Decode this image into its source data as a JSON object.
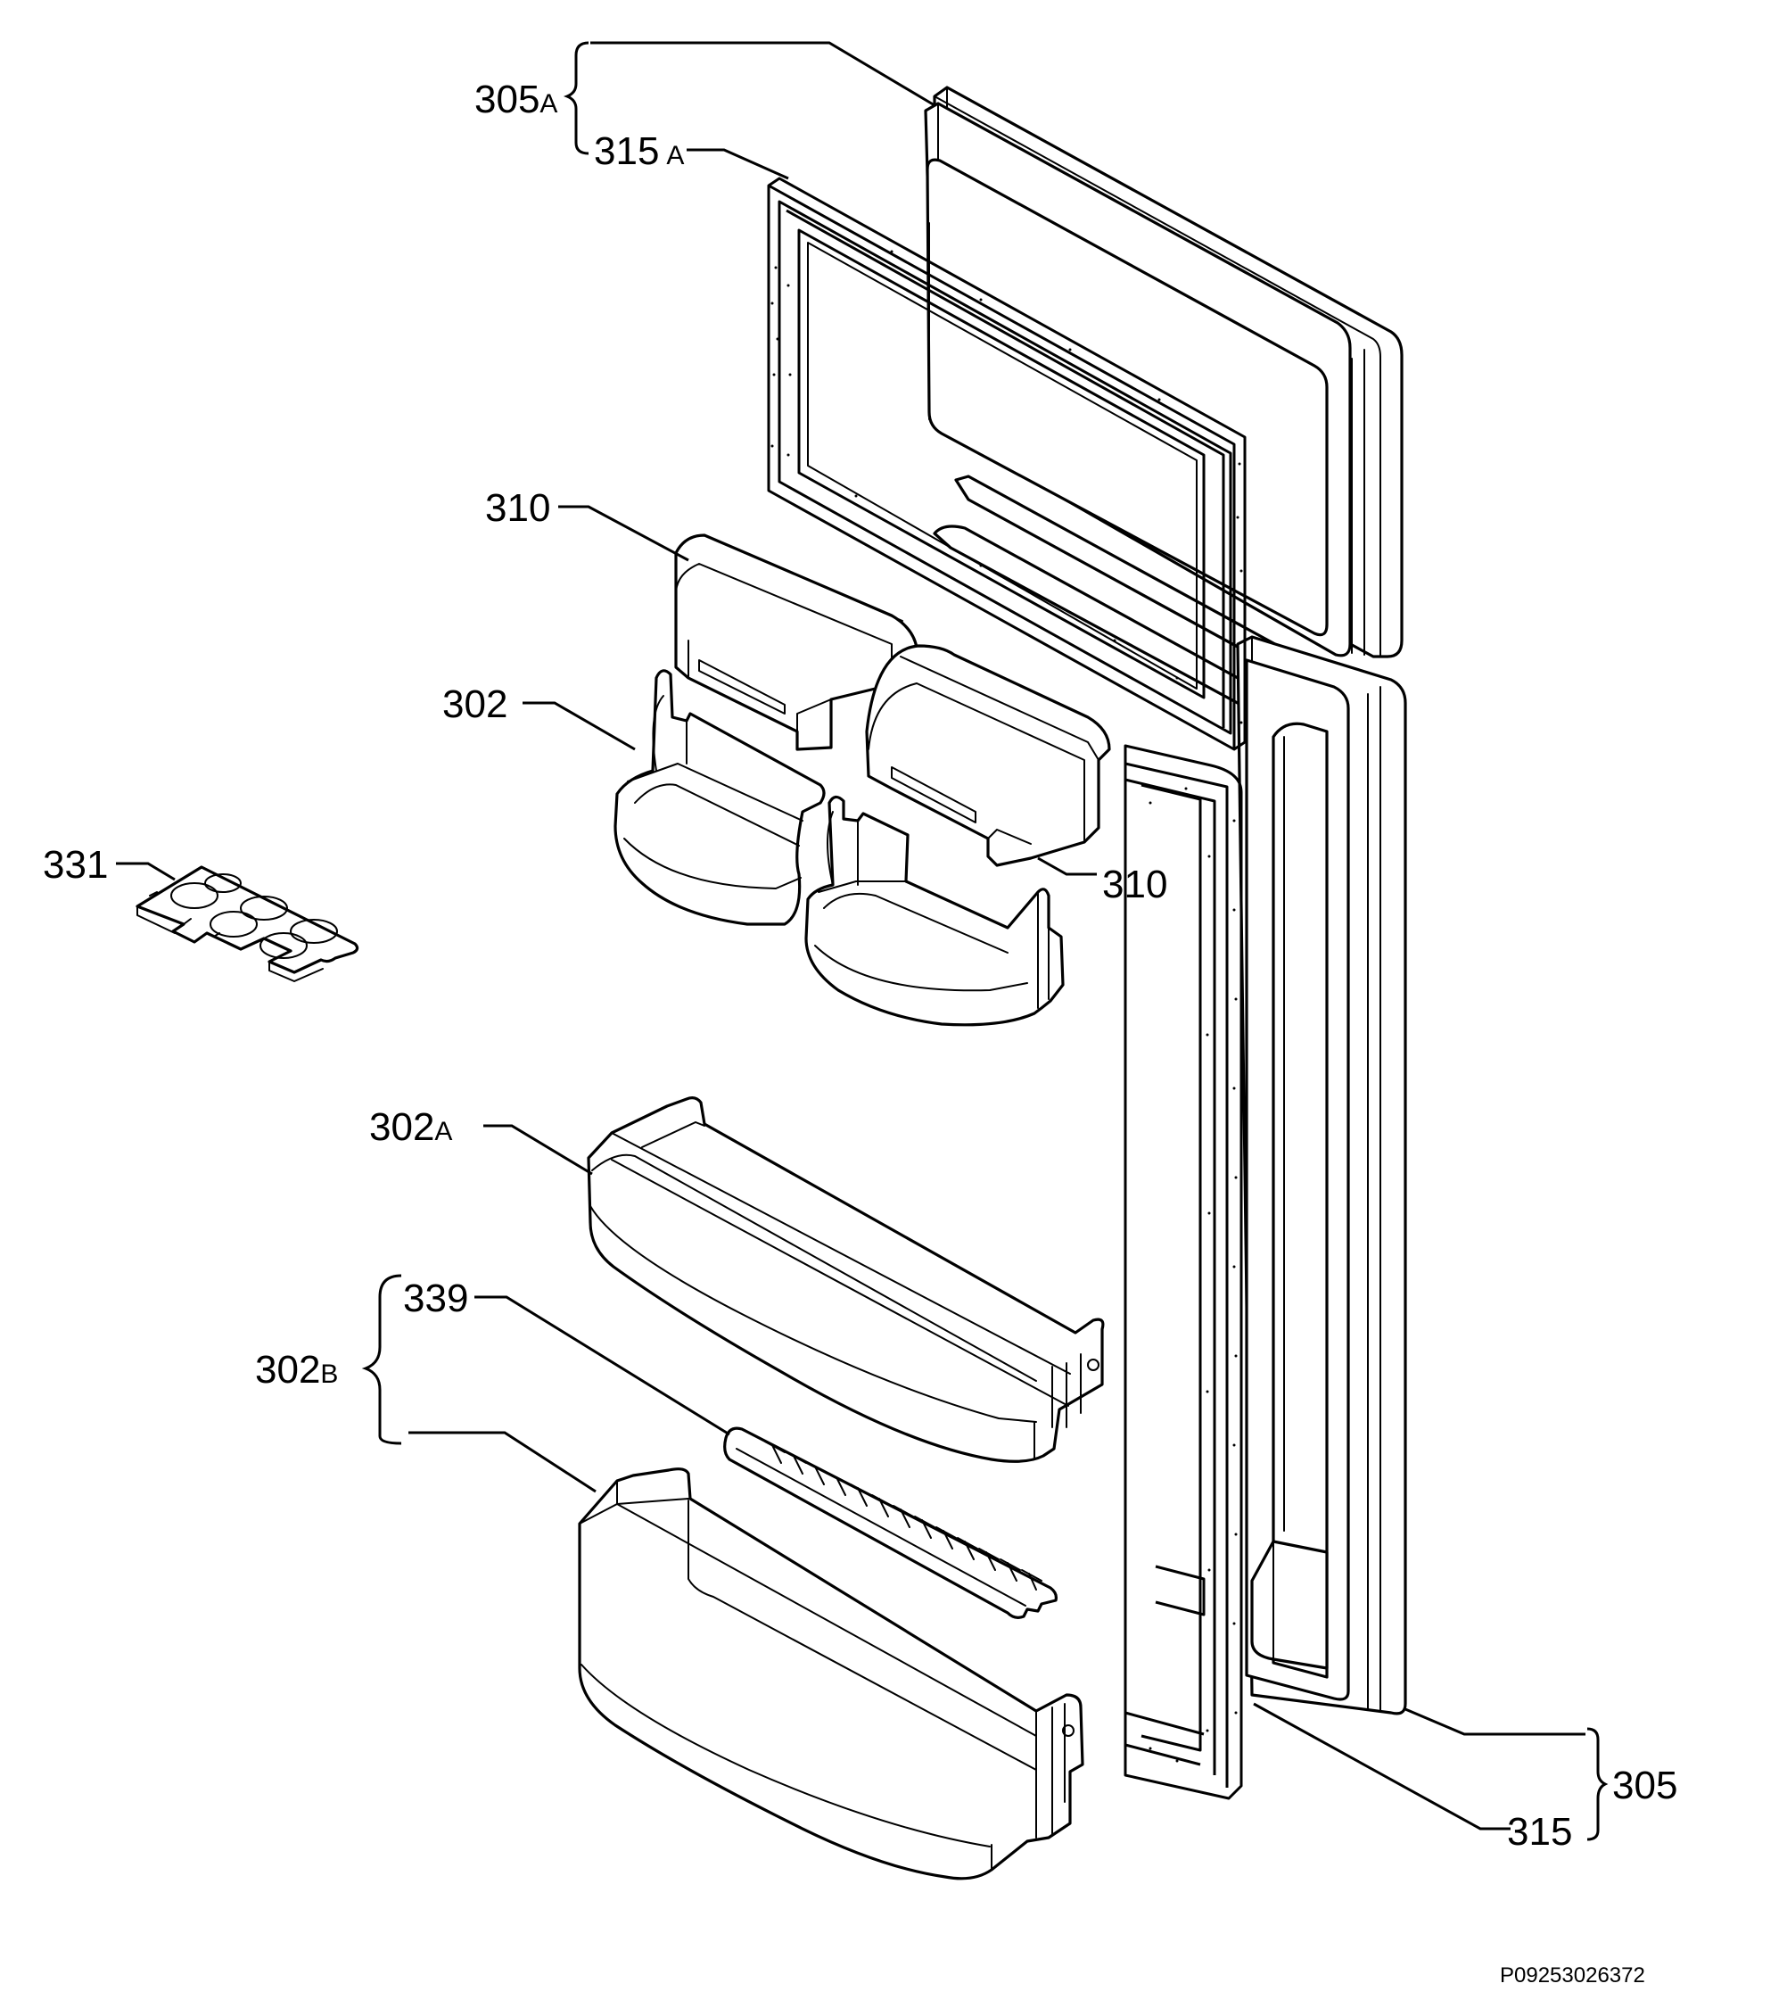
{
  "labels": {
    "l305A": {
      "num": "305",
      "suffix": "A"
    },
    "l315A": {
      "num": "315",
      "suffix": "A"
    },
    "l310a": {
      "num": "310",
      "suffix": ""
    },
    "l302": {
      "num": "302",
      "suffix": ""
    },
    "l331": {
      "num": "331",
      "suffix": ""
    },
    "l310b": {
      "num": "310",
      "suffix": ""
    },
    "l302A": {
      "num": "302",
      "suffix": "A"
    },
    "l339": {
      "num": "339",
      "suffix": ""
    },
    "l302B": {
      "num": "302",
      "suffix": "B"
    },
    "l305": {
      "num": "305",
      "suffix": ""
    },
    "l315": {
      "num": "315",
      "suffix": ""
    }
  },
  "document_code": "P09253026372"
}
